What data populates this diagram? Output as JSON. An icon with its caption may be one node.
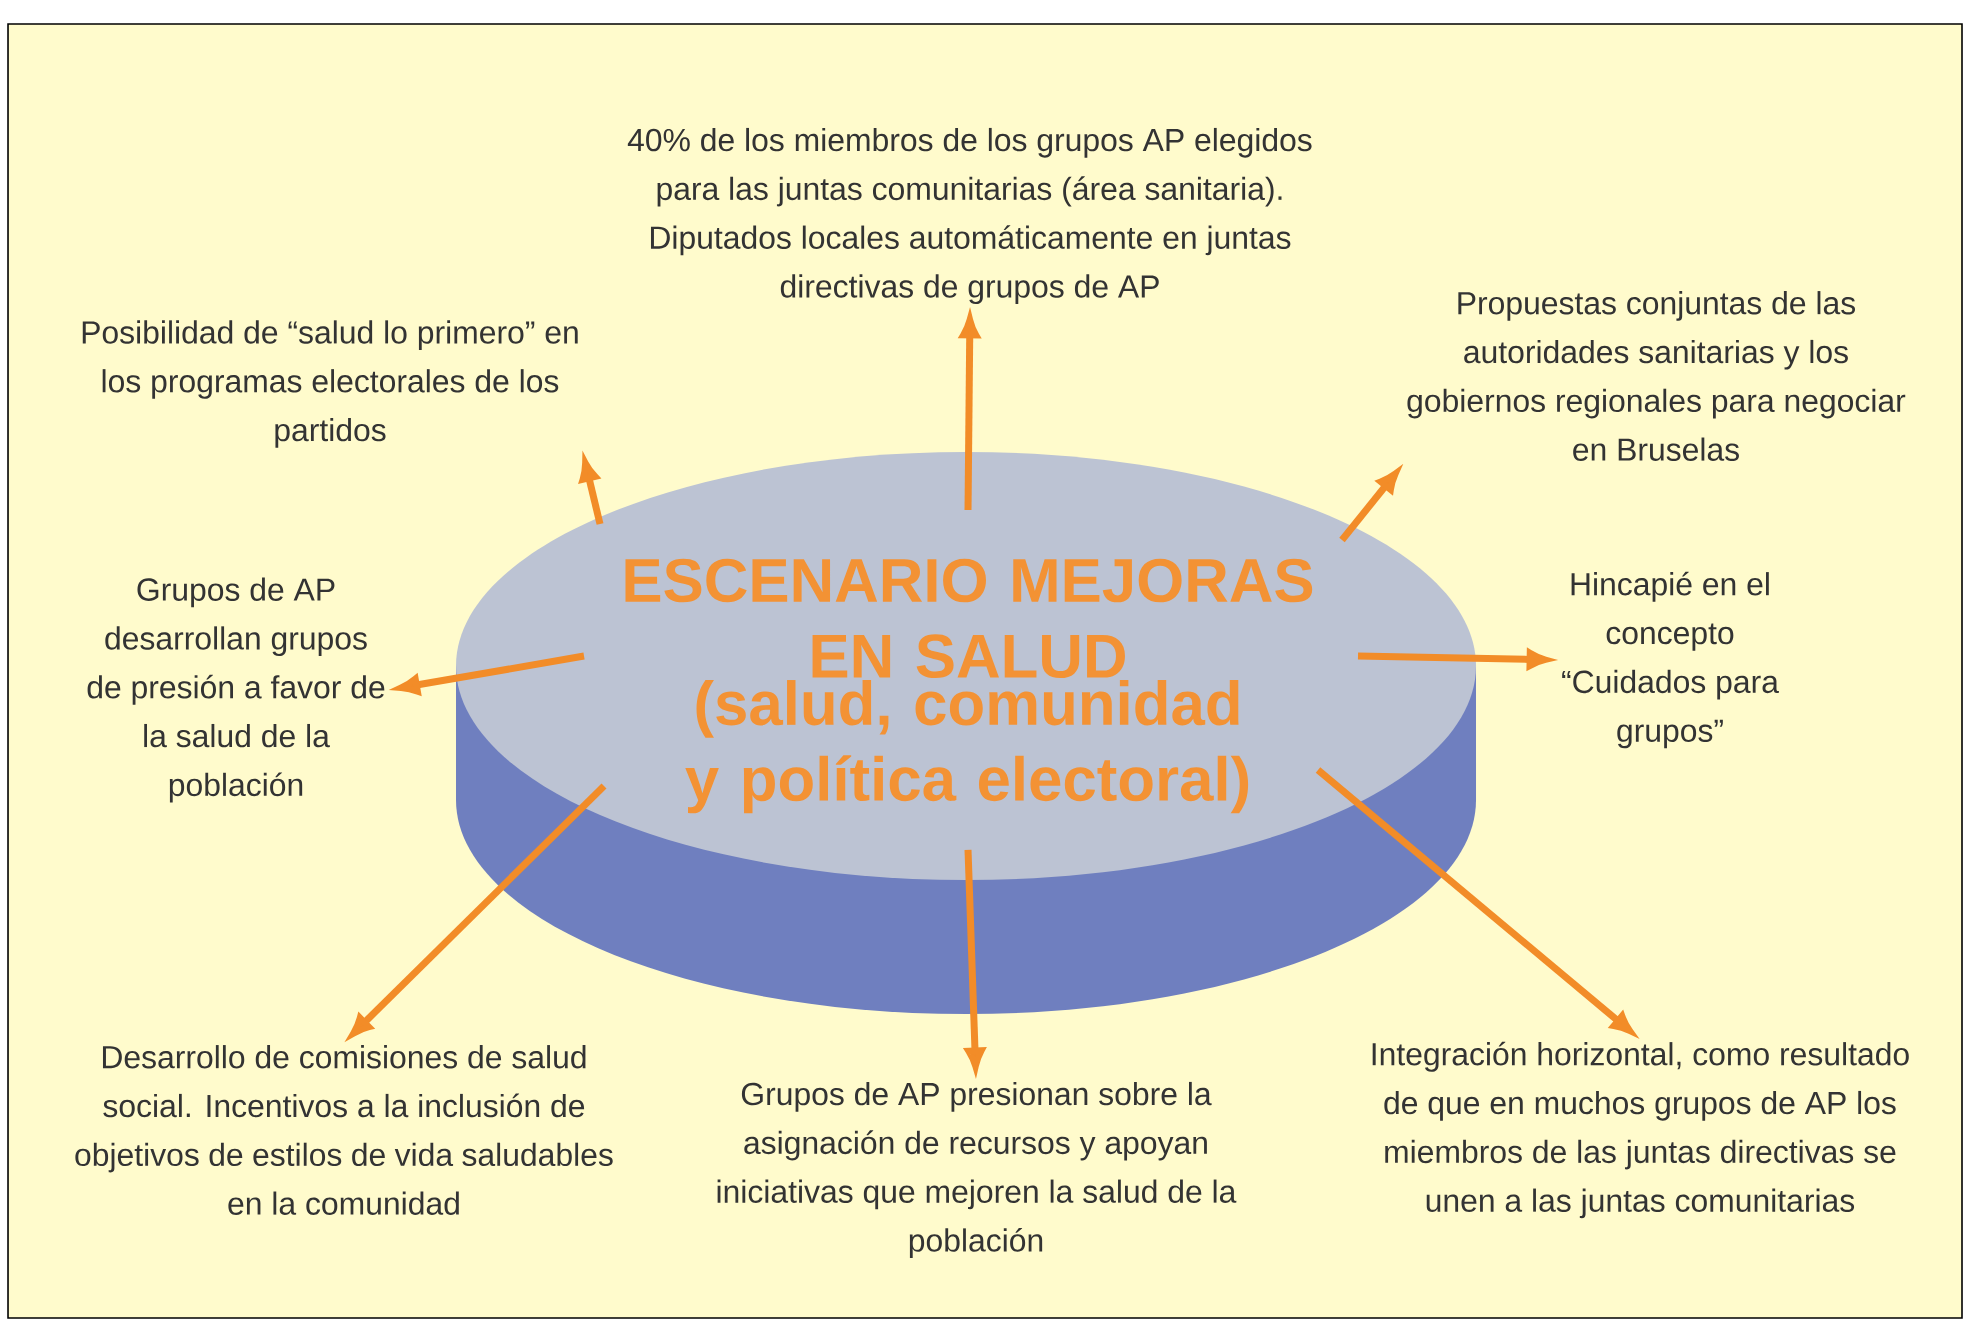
{
  "diagram": {
    "nodes": [
      {
        "text": [
          "ESCENARIO MEJORAS EN SALUD",
          "(salud, comunidad y política electoral)"
        ]
      },
      {
        "text": [
          "40% de los miembros de los grupos AP elegidos para las juntas comunitarias (área sanitaria). Diputados locales automáticamente en juntas directivas de grupos de AP"
        ]
      },
      {
        "text": [
          "Posibilidad de “salud lo primero” en los programas electorales de los partidos"
        ]
      },
      {
        "text": [
          "Propuestas conjuntas de las autoridades sanitarias y los gobiernos regionales para negociar en Bruselas"
        ]
      },
      {
        "text": [
          "Grupos de AP desarrollan grupos de presión a favor de la salud de la población"
        ]
      },
      {
        "text": [
          "Hincapié en el concepto “Cuidados para grupos”"
        ]
      },
      {
        "text": [
          "Desarrollo de comisiones de salud social. Incentivos a la inclusión de objetivos de estilos de vida saludables en la comunidad"
        ]
      },
      {
        "text": [
          "Grupos de AP presionan sobre la asignación de recursos y apoyan iniciativas que mejoren la salud de la población"
        ]
      },
      {
        "text": [
          "Integración horizontal, como resultado de que en muchos grupos de AP los miembros de las juntas directivas se unen a las juntas comunitarias"
        ]
      }
    ],
    "edges": [
      {
        "from": 0,
        "to": 1,
        "arrow": "to"
      },
      {
        "from": 0,
        "to": 2,
        "arrow": "to"
      },
      {
        "from": 0,
        "to": 3,
        "arrow": "to"
      },
      {
        "from": 0,
        "to": 4,
        "arrow": "to"
      },
      {
        "from": 0,
        "to": 5,
        "arrow": "to"
      },
      {
        "from": 0,
        "to": 6,
        "arrow": "to"
      },
      {
        "from": 0,
        "to": 7,
        "arrow": "to"
      },
      {
        "from": 0,
        "to": 8,
        "arrow": "to"
      }
    ]
  }
}
